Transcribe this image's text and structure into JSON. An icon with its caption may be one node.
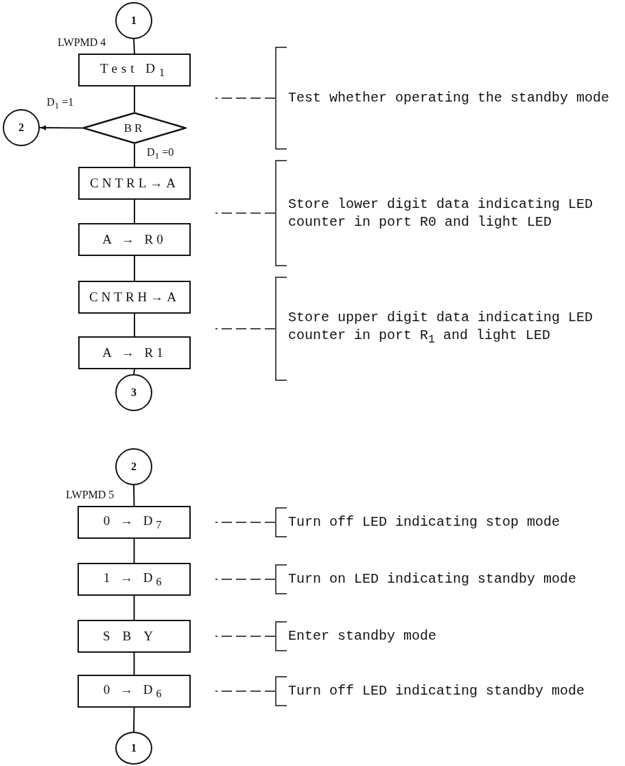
{
  "diagram": {
    "nodes": [
      {
        "text": [
          "1"
        ]
      },
      {
        "text": [
          "Test D$_{1}$"
        ],
        "beside": [
          "LWPMD 4"
        ]
      },
      {
        "text": [
          "BR"
        ]
      },
      {
        "text": [
          "2"
        ]
      },
      {
        "text": [
          "CNTRL→A"
        ]
      },
      {
        "text": [
          "A → R0"
        ]
      },
      {
        "text": [
          "CNTRH→A"
        ]
      },
      {
        "text": [
          "A → R1"
        ]
      },
      {
        "text": [
          "3"
        ]
      },
      {
        "text": [
          "2"
        ]
      },
      {
        "text": [
          "0 → D$_{7}$"
        ],
        "beside": [
          "LWPMD 5"
        ]
      },
      {
        "text": [
          "1 → D$_{6}$"
        ]
      },
      {
        "text": [
          "SBY"
        ]
      },
      {
        "text": [
          "0 → D$_{6}$"
        ]
      },
      {
        "text": [
          "1"
        ]
      },
      {
        "text": [
          "Test whether operating the standby mode"
        ]
      },
      {
        "text": [
          "Store lower digit data indicating LED counter in port R0 and light LED"
        ]
      },
      {
        "text": [
          "Store upper digit data indicating LED counter in port R$_{1}$ and light LED"
        ]
      },
      {
        "text": [
          "Turn off LED indicating stop mode"
        ]
      },
      {
        "text": [
          "Turn on LED indicating standby mode"
        ]
      },
      {
        "text": [
          "Enter standby mode"
        ]
      },
      {
        "text": [
          "Turn off LED indicating standby mode"
        ]
      }
    ],
    "edges": [
      {
        "from": 0,
        "to": 1,
        "arrow": "none"
      },
      {
        "from": 1,
        "to": 2,
        "arrow": "none"
      },
      {
        "from": 2,
        "to": 3,
        "arrow": "to",
        "label": "D$_{1}$ =1"
      },
      {
        "from": 2,
        "to": 4,
        "arrow": "none",
        "label": "D$_{1}$ =0"
      },
      {
        "from": 4,
        "to": 5,
        "arrow": "none"
      },
      {
        "from": 5,
        "to": 6,
        "arrow": "none"
      },
      {
        "from": 6,
        "to": 7,
        "arrow": "none"
      },
      {
        "from": 7,
        "to": 8,
        "arrow": "none"
      },
      {
        "from": 9,
        "to": 10,
        "arrow": "none"
      },
      {
        "from": 10,
        "to": 11,
        "arrow": "none"
      },
      {
        "from": 11,
        "to": 12,
        "arrow": "none"
      },
      {
        "from": 12,
        "to": 13,
        "arrow": "none"
      },
      {
        "from": 13,
        "to": 14,
        "arrow": "none"
      },
      {
        "from": 15,
        "to": null,
        "arrow": "none",
        "style": "dashed"
      },
      {
        "from": 16,
        "to": null,
        "arrow": "none",
        "style": "dashed"
      },
      {
        "from": 17,
        "to": null,
        "arrow": "none",
        "style": "dashed"
      },
      {
        "from": 18,
        "to": null,
        "arrow": "none",
        "style": "dashed"
      },
      {
        "from": 19,
        "to": null,
        "arrow": "none",
        "style": "dashed"
      },
      {
        "from": 20,
        "to": null,
        "arrow": "none",
        "style": "dashed"
      },
      {
        "from": 21,
        "to": null,
        "arrow": "none",
        "style": "dashed"
      }
    ]
  }
}
